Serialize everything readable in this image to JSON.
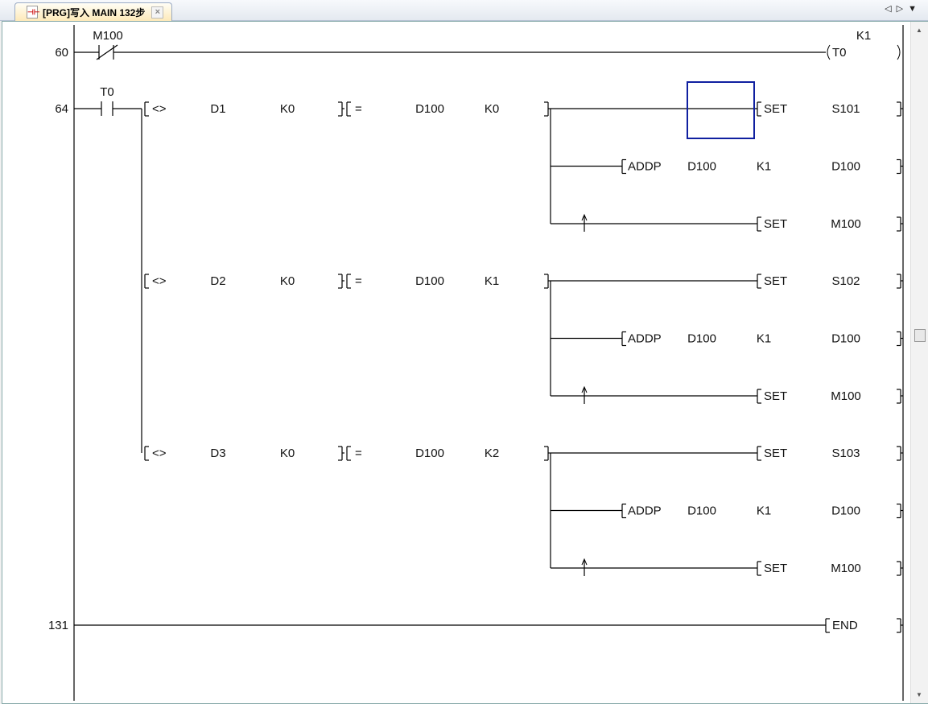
{
  "tab": {
    "title": "[PRG]写入 MAIN 132步",
    "close": "×",
    "icon": "ladder-file-icon"
  },
  "nav": {
    "prev": "◁",
    "next": "▷",
    "menu": "▼"
  },
  "rungs": [
    {
      "step": "60",
      "contact": {
        "label": "M100",
        "type": "nc"
      },
      "coil": {
        "name": "T0",
        "setting": "K1"
      }
    },
    {
      "step": "64",
      "contact": {
        "label": "T0",
        "type": "no"
      },
      "branches": [
        {
          "compare1": [
            "<>",
            "D1",
            "K0"
          ],
          "compare2": [
            "=",
            "D100",
            "K0"
          ],
          "outputs": [
            [
              "SET",
              "S101"
            ],
            [
              "ADDP",
              "D100",
              "K1",
              "D100"
            ],
            [
              "SET",
              "M100"
            ]
          ]
        },
        {
          "compare1": [
            "<>",
            "D2",
            "K0"
          ],
          "compare2": [
            "=",
            "D100",
            "K1"
          ],
          "outputs": [
            [
              "SET",
              "S102"
            ],
            [
              "ADDP",
              "D100",
              "K1",
              "D100"
            ],
            [
              "SET",
              "M100"
            ]
          ]
        },
        {
          "compare1": [
            "<>",
            "D3",
            "K0"
          ],
          "compare2": [
            "=",
            "D100",
            "K2"
          ],
          "outputs": [
            [
              "SET",
              "S103"
            ],
            [
              "ADDP",
              "D100",
              "K1",
              "D100"
            ],
            [
              "SET",
              "M100"
            ]
          ]
        }
      ]
    },
    {
      "step": "131",
      "end": "END"
    }
  ],
  "colors": {
    "cursor": "#1020a0",
    "line": "#000000"
  }
}
